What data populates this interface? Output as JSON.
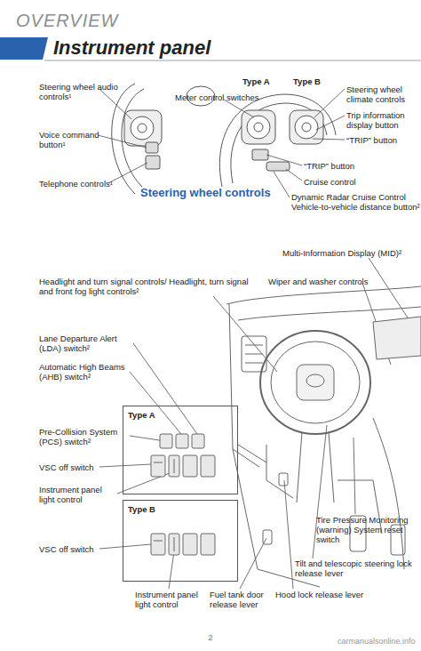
{
  "diagram": {
    "title": "Instrument panel",
    "nodes": [
      {
        "text": [
          "Type A"
        ]
      },
      {
        "text": [
          "Type B"
        ]
      }
    ],
    "labels": [
      "OVERVIEW",
      "Steering wheel audio controls¹",
      "Meter control switches",
      "Type A",
      "Type B",
      "Steering wheel climate controls",
      "Voice command button¹",
      "Trip information display button",
      "“TRIP” button",
      "“TRIP” button",
      "Cruise control",
      "Telephone controls¹",
      "Steering wheel controls",
      "Dynamic Radar Cruise Control Vehicle-to-vehicle distance button²",
      "Multi-Information Display (MID)²",
      "Headlight and turn signal controls/ Headlight, turn signal and front fog light controls²",
      "Wiper and washer controls",
      "Lane Departure Alert (LDA) switch²",
      "Automatic High Beams (AHB) switch²",
      "Pre-Collision System (PCS) switch²",
      "VSC off switch",
      "Instrument panel light control",
      "Tire Pressure Monitoring (warning) System reset switch",
      "VSC off switch",
      "Tilt and telescopic steering lock release lever",
      "Instrument panel light control",
      "Fuel tank door release lever",
      "Hood lock release lever",
      "2",
      "carmanualsonline.info"
    ]
  }
}
